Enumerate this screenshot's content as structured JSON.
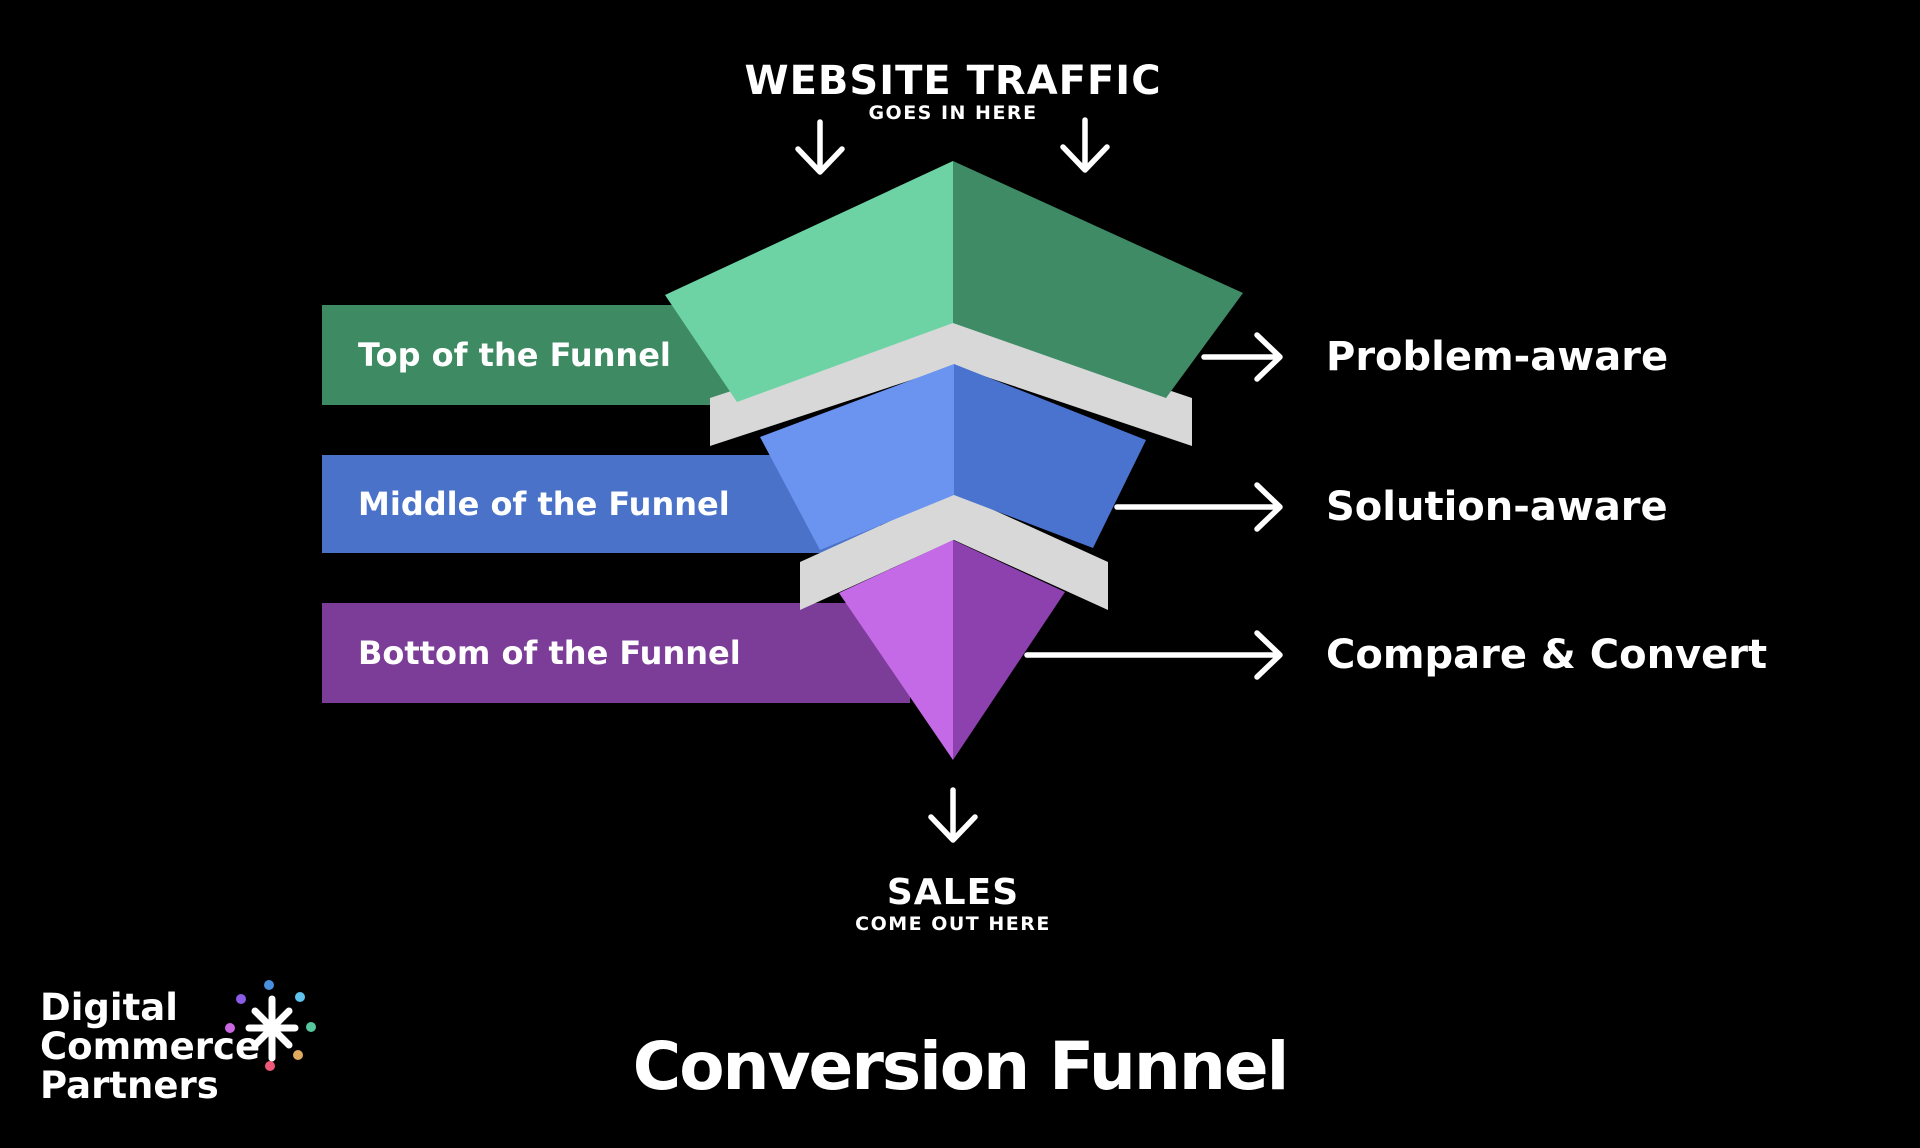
{
  "header": {
    "title": "WEBSITE TRAFFIC",
    "subtitle": "GOES IN HERE"
  },
  "funnel": {
    "stages": [
      {
        "label": "Top of the Funnel",
        "audience": "Problem-aware"
      },
      {
        "label": "Middle of the Funnel",
        "audience": "Solution-aware"
      },
      {
        "label": "Bottom of the Funnel",
        "audience": "Compare & Convert"
      }
    ]
  },
  "output": {
    "title": "SALES",
    "subtitle": "COME OUT HERE"
  },
  "footer": {
    "title": "Conversion Funnel"
  },
  "logo": {
    "lines": [
      "Digital",
      "Commerce",
      "Partners"
    ],
    "star_icon": "asterisk-starburst",
    "dot_colors": [
      "#4A8EE0",
      "#8A5CE8",
      "#5EC4EE",
      "#CA67E2",
      "#58C79E",
      "#E0AA5E",
      "#EF5878"
    ]
  },
  "colors": {
    "background": "#000000",
    "text": "#FFFFFF",
    "green_light": "#6DD3A4",
    "green_dark": "#3E8B66",
    "green_bar": "#3E8A63",
    "blue_light": "#6B94F0",
    "blue_dark": "#4A73CF",
    "blue_bar": "#4A72C8",
    "purple_light": "#C46AE6",
    "purple_dark": "#8C41AE",
    "purple_bar": "#7C3D99",
    "gray_band": "#D7D8D7"
  }
}
